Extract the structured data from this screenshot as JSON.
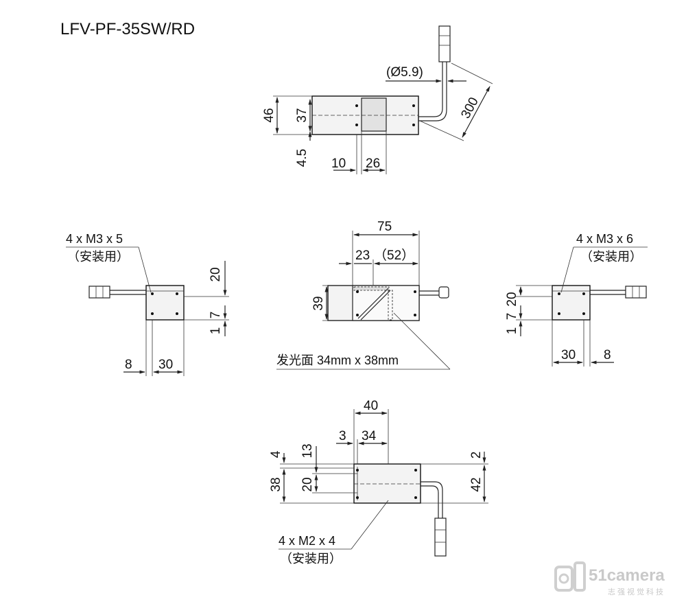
{
  "title": "LFV-PF-35SW/RD",
  "top_view": {
    "cable_dia": "(Ø5.9)",
    "cable_len": "300",
    "h46": "46",
    "h37": "37",
    "h45": "4.5",
    "w10": "10",
    "w26": "26"
  },
  "left_view": {
    "screw_note": "4 x M3 x 5",
    "screw_sub": "（安装用）",
    "d20": "20",
    "d7": "7",
    "d1": "1",
    "d8": "8",
    "d30": "30"
  },
  "front_view": {
    "w75": "75",
    "w23": "23",
    "w52": "（52）",
    "h39": "39",
    "emit_note": "发光面 34mm x 38mm"
  },
  "right_view": {
    "screw_note": "4 x M3 x 6",
    "screw_sub": "（安装用）",
    "d20": "20",
    "d7": "7",
    "d1": "1",
    "d30": "30",
    "d8": "8"
  },
  "bottom_view": {
    "w40": "40",
    "w3": "3",
    "w34": "34",
    "h4": "4",
    "h13": "13",
    "h38": "38",
    "h20": "20",
    "h2": "2",
    "h42": "42",
    "screw_note": "4 x M2 x 4",
    "screw_sub": "（安装用）"
  },
  "watermark": {
    "brand": "51camera",
    "tagline": "志强视觉科技"
  }
}
